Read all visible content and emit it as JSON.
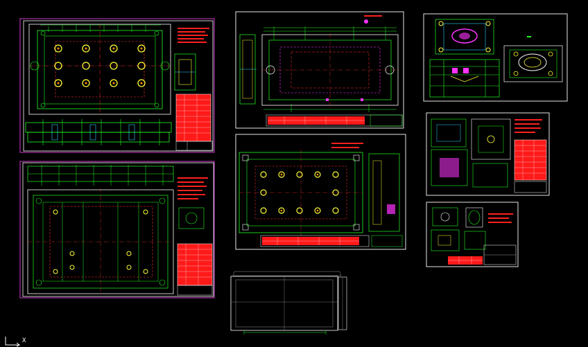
{
  "app": {
    "view": "model-space",
    "background": "#000000"
  },
  "colors": {
    "frame_white": "#ffffff",
    "frame_magenta": "#d23cd2",
    "line_green": "#22ff22",
    "line_cyan": "#2ad7ff",
    "line_yellow": "#ffff33",
    "line_red": "#ff2020",
    "line_magenta": "#ff33ff",
    "table_red": "#ff1a1a",
    "gray": "#9a9a9a"
  },
  "ucs": {
    "icon": "ucs-axis-icon",
    "x_label": "X"
  },
  "sheets": [
    {
      "id": "sheet-1",
      "kind": "plate-assembly"
    },
    {
      "id": "sheet-2",
      "kind": "elevation-narrow"
    },
    {
      "id": "sheet-3",
      "kind": "iso-assembly"
    },
    {
      "id": "sheet-4",
      "kind": "plate-assembly-large"
    },
    {
      "id": "sheet-5",
      "kind": "plate-assembly"
    },
    {
      "id": "sheet-6",
      "kind": "parts-detail"
    },
    {
      "id": "sheet-7",
      "kind": "parts-detail-small"
    },
    {
      "id": "sheet-8",
      "kind": "plate-outline"
    }
  ]
}
